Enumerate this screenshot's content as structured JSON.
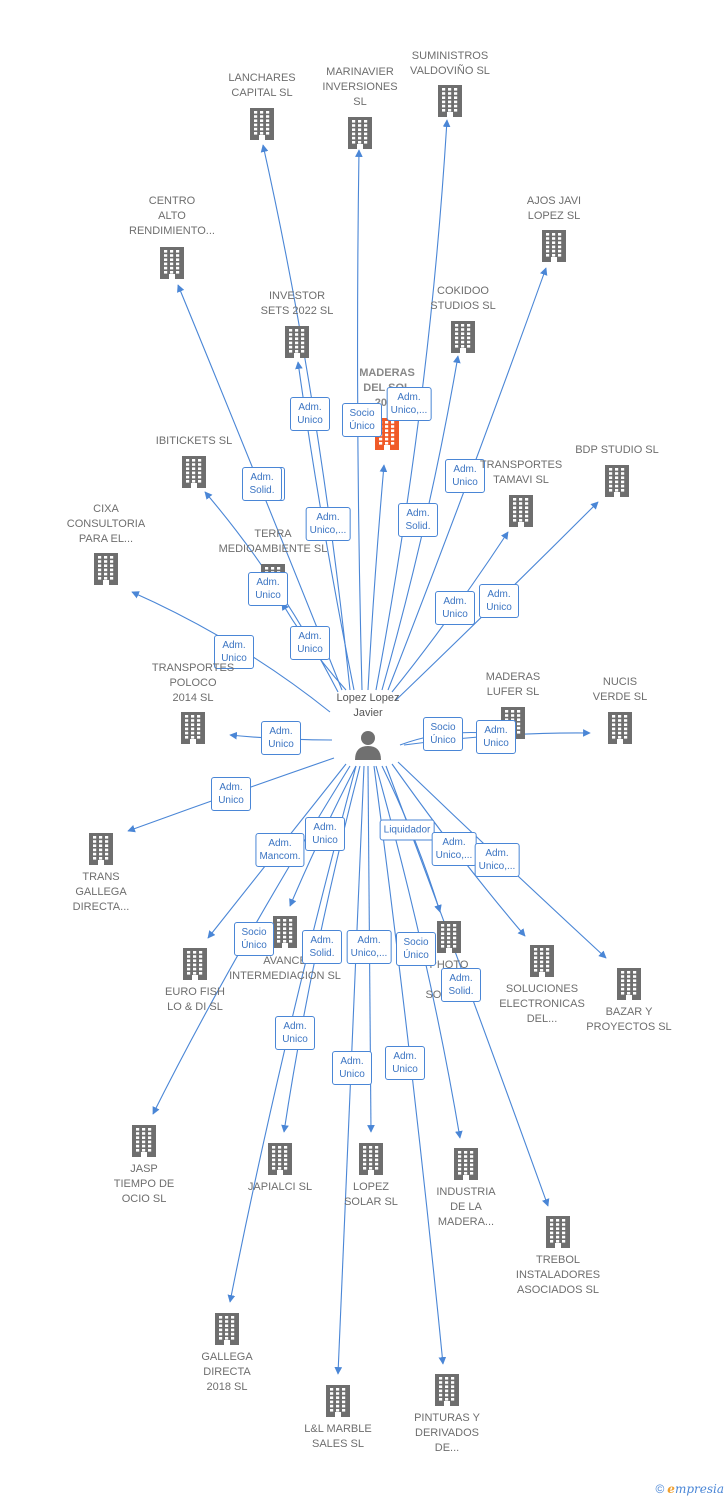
{
  "center": {
    "label": "Lopez Lopez\nJavier"
  },
  "colors": {
    "edge": "#4a86d6",
    "building": "#6e6e6e",
    "building_main": "#f05a28",
    "person": "#707070"
  },
  "companies": [
    {
      "id": "lanchares",
      "label": "LANCHARES\nCAPITAL  SL",
      "edge": "Adm.\nSolid."
    },
    {
      "id": "marinavier",
      "label": "MARINAVIER\nINVERSIONES\nSL",
      "edge": "Adm.\nUnico,..."
    },
    {
      "id": "suministros",
      "label": "SUMINISTROS\nVALDOVIÑO  SL",
      "edge": "Adm.\nSolid."
    },
    {
      "id": "ajos",
      "label": "AJOS JAVI\nLOPEZ  SL",
      "edge": "Adm.\nUnico"
    },
    {
      "id": "centro",
      "label": "CENTRO\nALTO\nRENDIMIENTO...",
      "edge": "Adm.\nSolid."
    },
    {
      "id": "investor",
      "label": "INVESTOR\nSETS 2022  SL",
      "edge": "Adm.\nUnico"
    },
    {
      "id": "maderas2016",
      "label": "MADERAS\nDEL  SOL\n2016",
      "edge": "Socio\nÚnico",
      "main": true
    },
    {
      "id": "cokidoo",
      "label": "COKIDOO\nSTUDIOS  SL",
      "edge": "Adm.\nUnico,..."
    },
    {
      "id": "bdp",
      "label": "BDP STUDIO SL",
      "edge": "Adm.\nUnico"
    },
    {
      "id": "ibitickets",
      "label": "IBITICKETS  SL",
      "edge": "Adm.\nUnico"
    },
    {
      "id": "tamavi",
      "label": "TRANSPORTES\nTAMAVI SL",
      "edge": "Adm.\nUnico"
    },
    {
      "id": "cixa",
      "label": "CIXA\nCONSULTORIA\nPARA EL...",
      "edge": "Adm.\nUnico"
    },
    {
      "id": "terra",
      "label": "TERRA\nMEDIOAMBIENTE SL",
      "edge": "Adm.\nUnico"
    },
    {
      "id": "poloco",
      "label": "TRANSPORTES\nPOLOCO\n2014  SL",
      "edge": "Adm.\nUnico"
    },
    {
      "id": "lufer",
      "label": "MADERAS\nLUFER  SL",
      "edge": "Socio\nÚnico"
    },
    {
      "id": "nucis",
      "label": "NUCIS\nVERDE  SL",
      "edge": "Adm.\nUnico"
    },
    {
      "id": "transgallega",
      "label": "TRANS\nGALLEGA\nDIRECTA...",
      "edge": "Adm.\nUnico"
    },
    {
      "id": "eurofish",
      "label": "EURO FISH\nLO & DI SL",
      "edge": "Adm.\nMancom."
    },
    {
      "id": "avance",
      "label": "AVANCE\nINTERMEDIACION SL",
      "edge": "Adm.\nUnico"
    },
    {
      "id": "photo",
      "label": "PHOTO\nDE\nSOLUC...",
      "edge": "Liquidador"
    },
    {
      "id": "soluciones",
      "label": "SOLUCIONES\nELECTRONICAS\nDEL...",
      "edge": "Adm.\nUnico,..."
    },
    {
      "id": "bazar",
      "label": "BAZAR Y\nPROYECTOS  SL",
      "edge": "Adm.\nUnico,..."
    },
    {
      "id": "jasp",
      "label": "JASP\nTIEMPO DE\nOCIO  SL",
      "edge": "Socio\nÚnico"
    },
    {
      "id": "japialci",
      "label": "JAPIALCI  SL",
      "edge": "Adm.\nSolid."
    },
    {
      "id": "lopezsolar",
      "label": "LOPEZ\nSOLAR SL",
      "edge": "Adm.\nUnico,..."
    },
    {
      "id": "industria",
      "label": "INDUSTRIA\nDE LA\nMADERA...",
      "edge": "Socio\nÚnico"
    },
    {
      "id": "trebol",
      "label": "TREBOL\nINSTALADORES\nASOCIADOS  SL",
      "edge": "Adm.\nSolid."
    },
    {
      "id": "gallega2018",
      "label": "GALLEGA\nDIRECTA\n2018  SL",
      "edge": "Adm.\nUnico"
    },
    {
      "id": "lml",
      "label": "L&L MARBLE\nSALES  SL",
      "edge": "Adm.\nUnico"
    },
    {
      "id": "pinturas",
      "label": "PINTURAS Y\nDERIVADOS\nDE...",
      "edge": "Adm.\nUnico"
    }
  ],
  "brand": {
    "copyright": "©",
    "initial": "e",
    "name": "mpresia"
  }
}
